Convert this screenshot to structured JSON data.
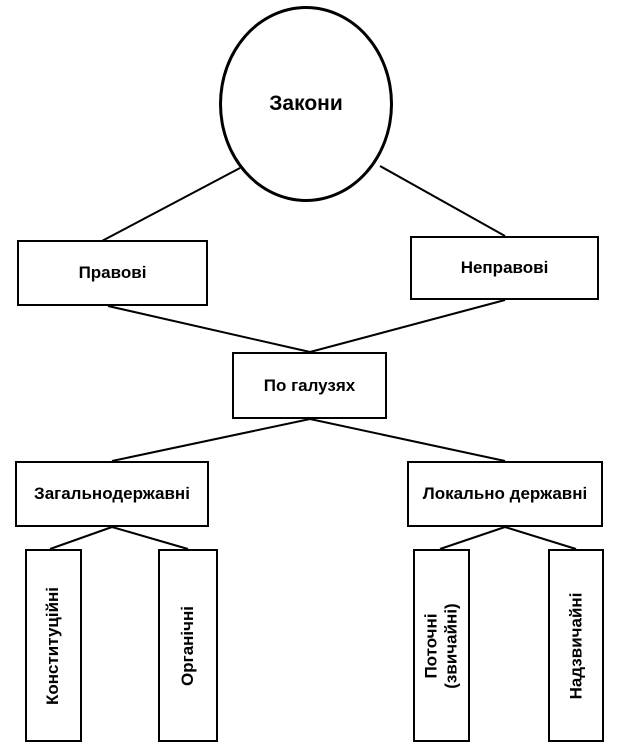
{
  "diagram": {
    "root": "Закони",
    "level1": {
      "left": "Правові",
      "right": "Неправові"
    },
    "middle": "По галузях",
    "level2": {
      "left": "Загальнодержавні",
      "right": "Локально державні"
    },
    "leaves": {
      "a": "Конституційні",
      "b": "Органічні",
      "c_line1": "Поточні",
      "c_line2": "(звичайні)",
      "d": "Надзвичайні"
    }
  },
  "colors": {
    "stroke": "#000000",
    "background": "#ffffff"
  }
}
